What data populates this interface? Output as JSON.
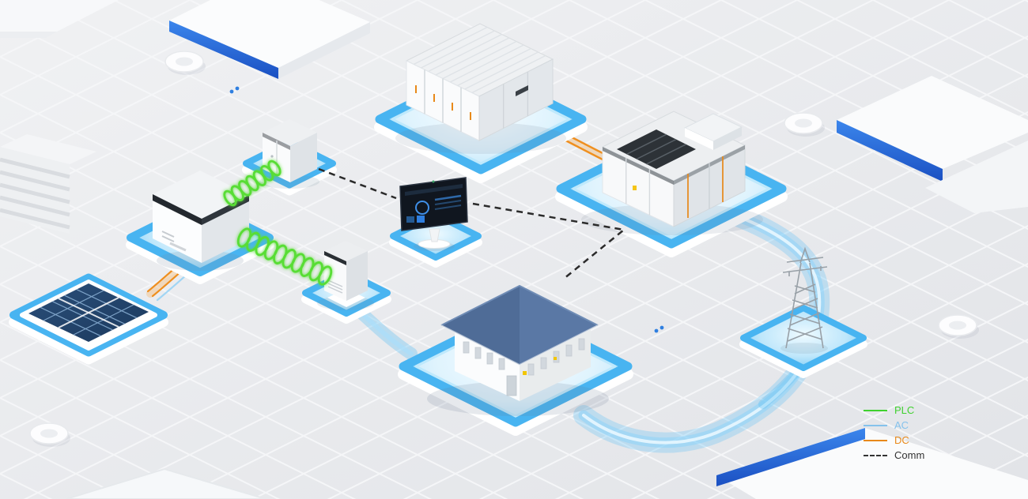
{
  "legend": {
    "items": [
      {
        "id": "plc",
        "label": "PLC",
        "color": "#3fd12f",
        "line_style": "solid"
      },
      {
        "id": "ac",
        "label": "AC",
        "color": "#85c2ec",
        "line_style": "solid"
      },
      {
        "id": "dc",
        "label": "DC",
        "color": "#e8891a",
        "line_style": "solid"
      },
      {
        "id": "comm",
        "label": "Comm",
        "color": "#333333",
        "line_style": "dashed"
      }
    ]
  },
  "palette": {
    "floor": "#e9ebee",
    "grid_line": "#f5f6f8",
    "pad_rim": "#48b4f1",
    "pad_surface": "#d9f1fd",
    "slab_edge_blue": "#2064d8",
    "ac_flow": "#63c1f5",
    "dc_flow": "#ef8f1f",
    "plc_coil": "#59dd35",
    "comm_line": "#2b2b2b",
    "roof_blue": "#54719e",
    "solar_panel": "#223f63"
  },
  "devices": [
    {
      "id": "solar-array",
      "icon": "solar-panel-array-icon"
    },
    {
      "id": "string-inverter",
      "icon": "inverter-icon"
    },
    {
      "id": "comm-cabinet",
      "icon": "small-cabinet-icon"
    },
    {
      "id": "power-cabinet",
      "icon": "floor-cabinet-icon"
    },
    {
      "id": "battery-container",
      "icon": "battery-storage-container-icon"
    },
    {
      "id": "pcs-station",
      "icon": "power-conversion-station-icon"
    },
    {
      "id": "monitoring-pc",
      "icon": "monitor-workstation-icon"
    },
    {
      "id": "office-building",
      "icon": "building-icon"
    },
    {
      "id": "transmission-tower",
      "icon": "grid-tower-icon"
    }
  ]
}
